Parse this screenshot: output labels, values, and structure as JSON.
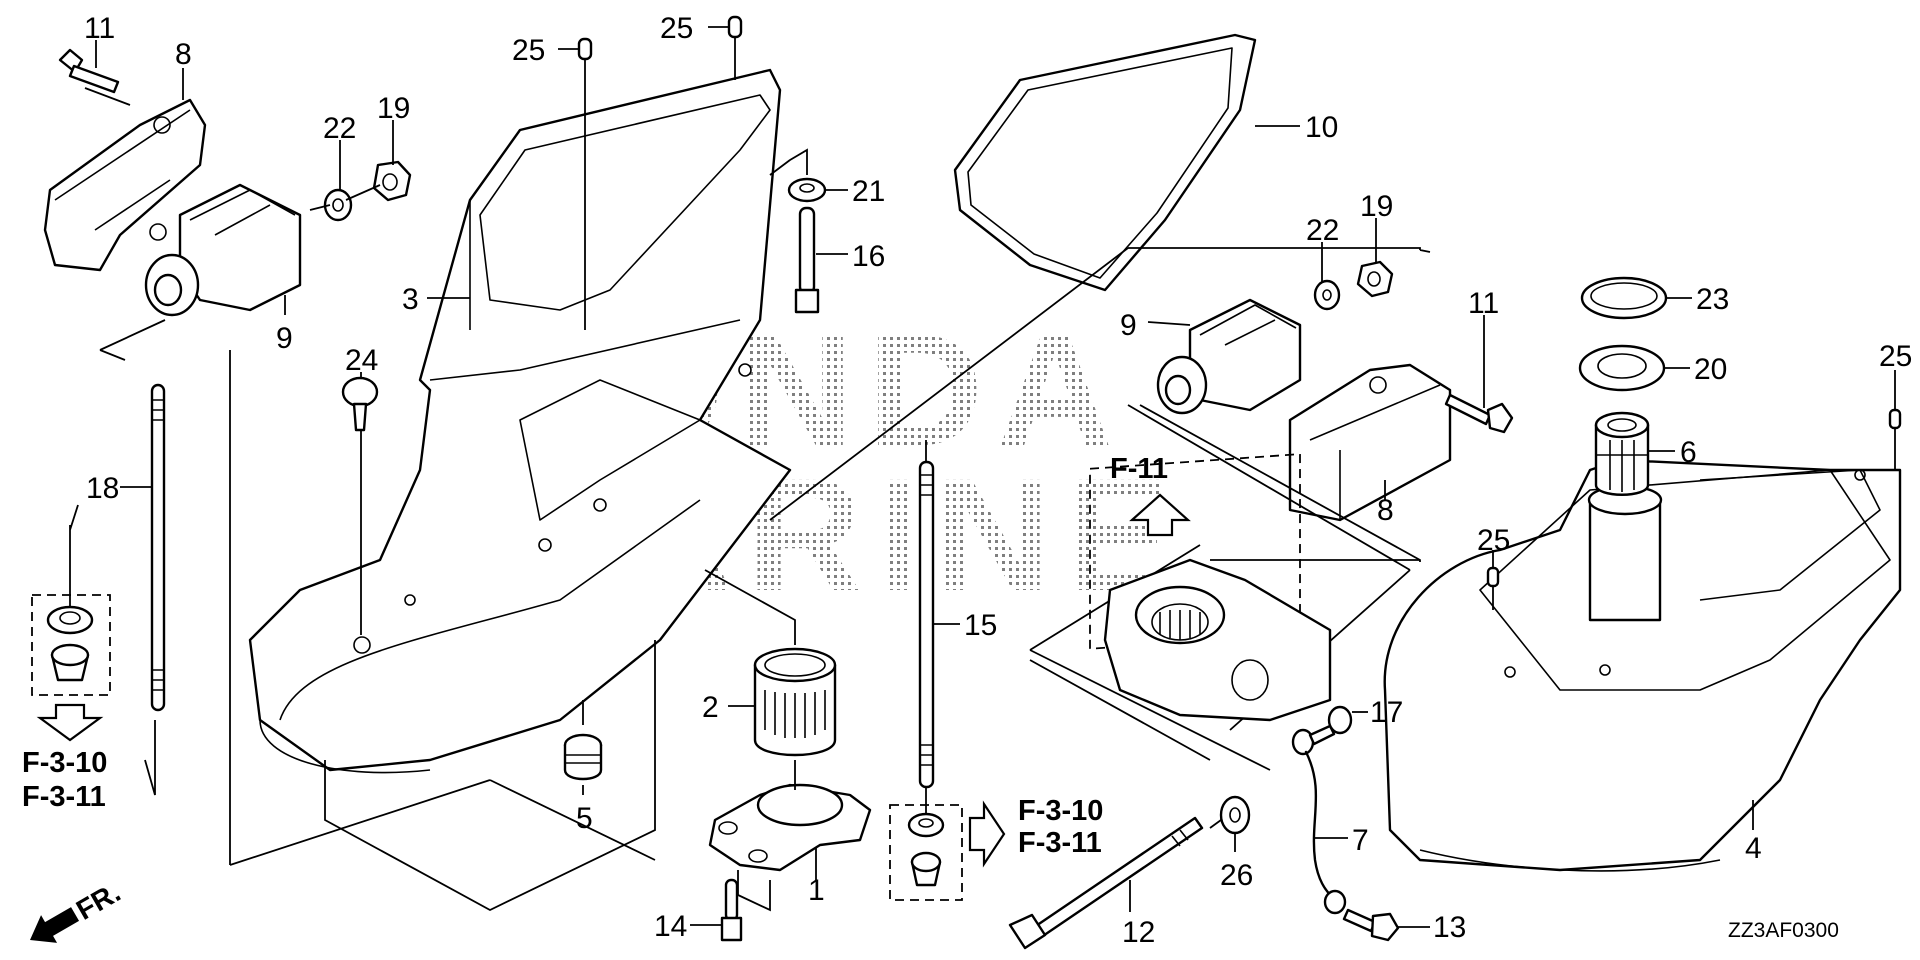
{
  "diagram": {
    "title": "Outboard extension case / mount parts diagram",
    "watermark": [
      "HONDA",
      "MARINE"
    ],
    "drawing_code": "ZZ3AF0300",
    "direction_label": "FR.",
    "colors": {
      "line": "#000000",
      "background": "#ffffff",
      "watermark_dots": "#555555"
    },
    "callouts": [
      {
        "id": "c11a",
        "label": "11"
      },
      {
        "id": "c8a",
        "label": "8"
      },
      {
        "id": "c22a",
        "label": "22"
      },
      {
        "id": "c19a",
        "label": "19"
      },
      {
        "id": "c9a",
        "label": "9"
      },
      {
        "id": "c25a",
        "label": "25"
      },
      {
        "id": "c25b",
        "label": "25"
      },
      {
        "id": "c10",
        "label": "10"
      },
      {
        "id": "c21",
        "label": "21"
      },
      {
        "id": "c16",
        "label": "16"
      },
      {
        "id": "c3",
        "label": "3"
      },
      {
        "id": "c24",
        "label": "24"
      },
      {
        "id": "c18",
        "label": "18"
      },
      {
        "id": "c22b",
        "label": "22"
      },
      {
        "id": "c19b",
        "label": "19"
      },
      {
        "id": "c9b",
        "label": "9"
      },
      {
        "id": "c11b",
        "label": "11"
      },
      {
        "id": "c8b",
        "label": "8"
      },
      {
        "id": "c23",
        "label": "23"
      },
      {
        "id": "c20",
        "label": "20"
      },
      {
        "id": "c6",
        "label": "6"
      },
      {
        "id": "c25c",
        "label": "25"
      },
      {
        "id": "c25d",
        "label": "25"
      },
      {
        "id": "c15",
        "label": "15"
      },
      {
        "id": "c2",
        "label": "2"
      },
      {
        "id": "c5",
        "label": "5"
      },
      {
        "id": "c1",
        "label": "1"
      },
      {
        "id": "c14",
        "label": "14"
      },
      {
        "id": "c17",
        "label": "17"
      },
      {
        "id": "c7",
        "label": "7"
      },
      {
        "id": "c26",
        "label": "26"
      },
      {
        "id": "c12",
        "label": "12"
      },
      {
        "id": "c13",
        "label": "13"
      },
      {
        "id": "c4",
        "label": "4"
      }
    ],
    "references": {
      "left": [
        "F-3-10",
        "F-3-11"
      ],
      "center": [
        "F-3-10",
        "F-3-11"
      ],
      "upper": "F-11"
    }
  }
}
